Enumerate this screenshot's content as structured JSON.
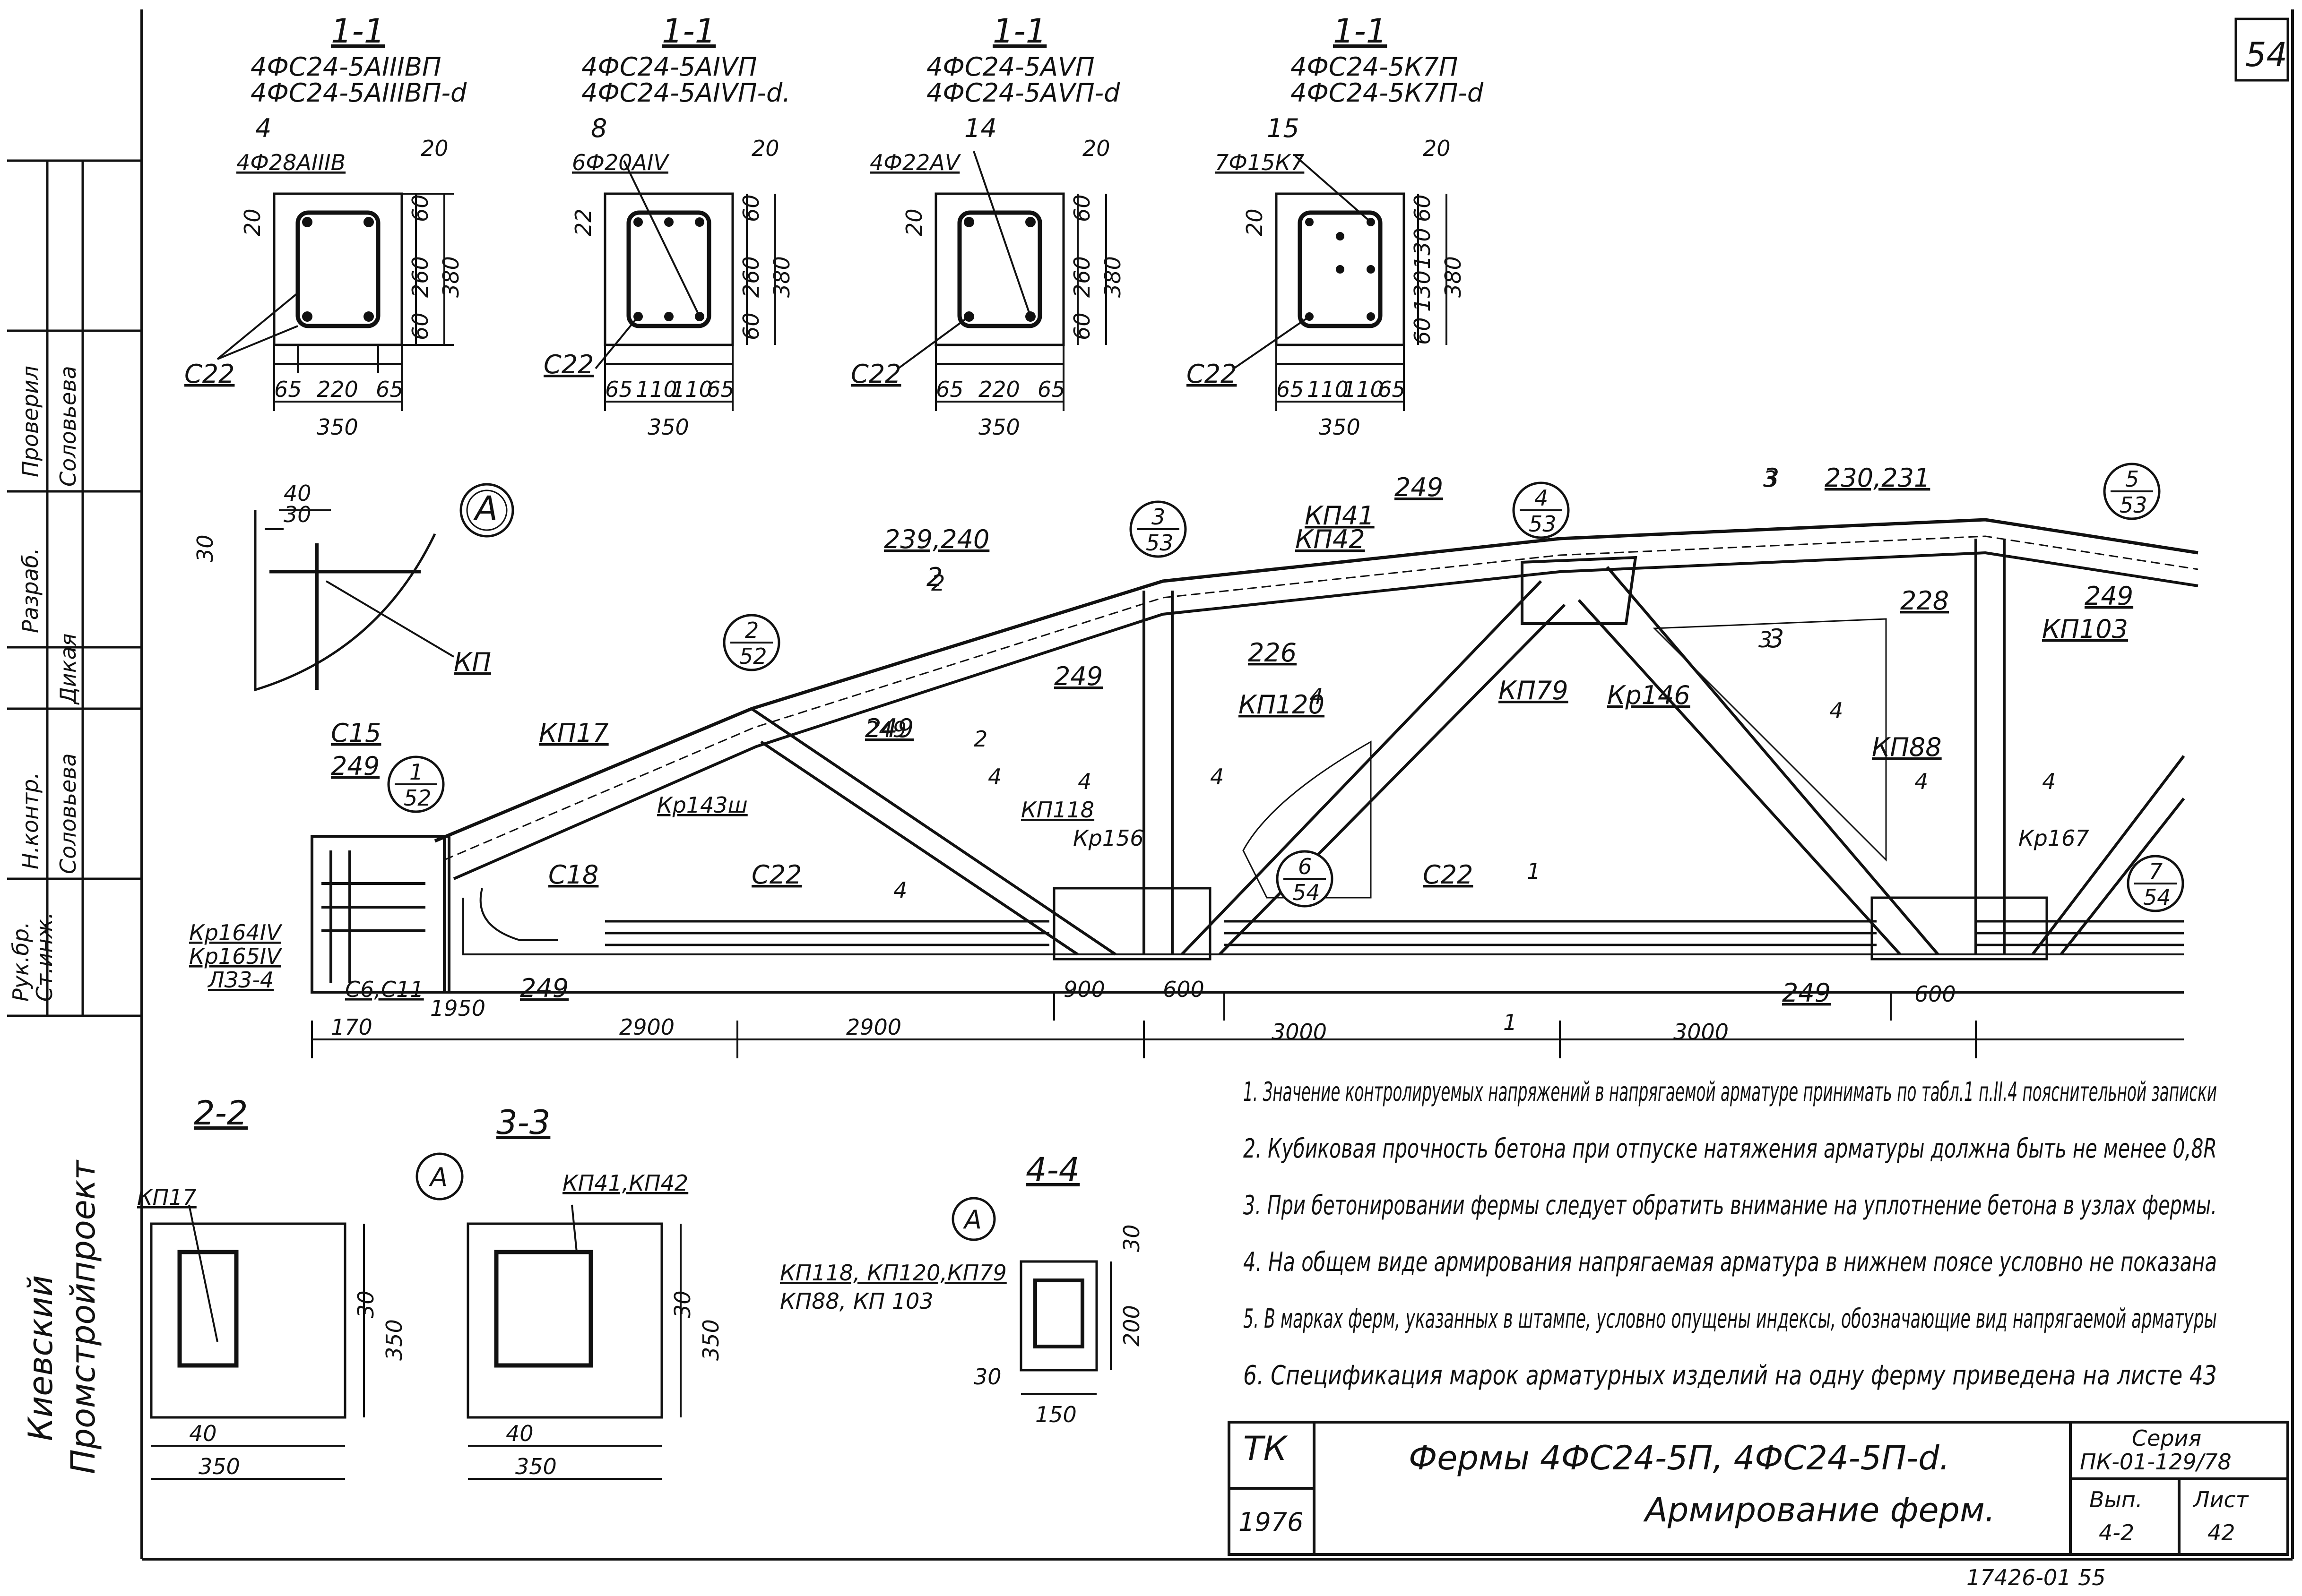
{
  "sheet_page_number": "54",
  "bottom_stamp": "17426-01 55",
  "sections_top": [
    {
      "cut": "1-1",
      "mark_line1": "4ФС24-5АIIIВП",
      "mark_line2": "4ФС24-5АIIIВП-d",
      "pos_number": "4",
      "bar_callout": "4Ф28АIIIВ",
      "stirrup": "С22",
      "dim_cover_h": "20",
      "dim_cover_v": "20",
      "dims_vertical": [
        "60",
        "260",
        "60"
      ],
      "dim_overall_v": "380",
      "dims_horizontal": [
        "65",
        "220",
        "65"
      ],
      "dim_overall_h": "350"
    },
    {
      "cut": "1-1",
      "mark_line1": "4ФС24-5АIVП",
      "mark_line2": "4ФС24-5АIVП-d.",
      "pos_number": "8",
      "bar_callout": "6Ф20АIV",
      "stirrup": "С22",
      "dim_cover_h": "20",
      "dim_cover_v": "22",
      "dims_vertical": [
        "60",
        "260",
        "60"
      ],
      "dim_overall_v": "380",
      "dims_horizontal": [
        "65",
        "110",
        "110",
        "65"
      ],
      "dim_overall_h": "350"
    },
    {
      "cut": "1-1",
      "mark_line1": "4ФС24-5АVП",
      "mark_line2": "4ФС24-5АVП-d",
      "pos_number": "14",
      "bar_callout": "4Ф22АV",
      "stirrup": "С22",
      "dim_cover_h": "20",
      "dim_cover_v": "20",
      "dims_vertical": [
        "60",
        "260",
        "60"
      ],
      "dim_overall_v": "380",
      "dims_horizontal": [
        "65",
        "220",
        "65"
      ],
      "dim_overall_h": "350"
    },
    {
      "cut": "1-1",
      "mark_line1": "4ФС24-5К7П",
      "mark_line2": "4ФС24-5К7П-d",
      "pos_number": "15",
      "bar_callout": "7Ф15К7",
      "stirrup": "С22",
      "dim_cover_h": "20",
      "dim_cover_v": "20",
      "dims_vertical": [
        "60",
        "130",
        "130",
        "60"
      ],
      "dim_overall_v": "380",
      "dims_horizontal": [
        "65",
        "110",
        "110",
        "65"
      ],
      "dim_overall_h": "350"
    }
  ],
  "detail_a": {
    "circle_label": "А",
    "dim_top_outer": "40",
    "dim_top_inner": "30",
    "dim_side": "30",
    "callout": "КП"
  },
  "truss": {
    "node_circles": [
      {
        "num": "1",
        "den": "52"
      },
      {
        "num": "2",
        "den": "52"
      },
      {
        "num": "3",
        "den": "53"
      },
      {
        "num": "4",
        "den": "53"
      },
      {
        "num": "5",
        "den": "53"
      },
      {
        "num": "6",
        "den": "54"
      },
      {
        "num": "7",
        "den": "54"
      }
    ],
    "callouts": [
      "239,240",
      "249",
      "КП41",
      "КП42",
      "249",
      "3",
      "230,231",
      "2",
      "226",
      "249",
      "228",
      "249",
      "КП103",
      "КП17",
      "249",
      "КП120",
      "КП79",
      "Кр146",
      "С15",
      "249",
      "Кр143ш",
      "КП118",
      "Кр156",
      "С18",
      "С22",
      "КП88",
      "Кр167",
      "Кр164IV",
      "Кр165IV",
      "ЛЗ3-4",
      "С6,С11",
      "1950",
      "249",
      "С22",
      "249",
      "3"
    ],
    "section_marks": [
      "2",
      "2",
      "3",
      "3",
      "1",
      "1",
      "4",
      "4",
      "4",
      "4",
      "4",
      "4",
      "4",
      "4"
    ],
    "bottom_dims": [
      "170",
      "2900",
      "2900",
      "900",
      "600",
      "3000",
      "3000",
      "600"
    ]
  },
  "sections_bottom": [
    {
      "cut": "2-2",
      "callout": "КП17",
      "dim_side_a": "30",
      "dim_overall_v": "350",
      "dim_bottom_a": "40",
      "dim_overall_h": "350"
    },
    {
      "cut": "3-3",
      "callout": "КП41,КП42",
      "detail": "А",
      "dim_side_a": "30",
      "dim_overall_v": "350",
      "dim_bottom_a": "40",
      "dim_overall_h": "350"
    },
    {
      "cut": "4-4",
      "callout_line1": "КП118, КП120,КП79",
      "callout_line2": "КП88, КП 103",
      "detail": "А",
      "dim_top": "30",
      "dim_overall_v": "200",
      "dim_left": "30",
      "dim_overall_h": "150"
    }
  ],
  "notes": [
    "1. Значение контролируемых напряжений в напрягаемой арматуре принимать по табл.1 п.II.4 пояснительной записки",
    "2. Кубиковая прочность бетона при отпуске натяжения арматуры должна быть не менее 0,8R",
    "3. При бетонировании фермы следует обратить внимание на уплотнение бетона в узлах фермы.",
    "4. На общем виде армирования напрягаемая арматура в нижнем поясе условно не показана",
    "5. В марках ферм, указанных в штампе, условно опущены индексы, обозначающие вид напрягаемой арматуры",
    "6. Спецификация марок арматурных изделий на одну ферму приведена на листе 43"
  ],
  "title_block": {
    "org": "ТК",
    "year": "1976",
    "title_line1": "Фермы 4ФС24-5П, 4ФС24-5П-d.",
    "title_line2": "Армирование ферм.",
    "series_label": "Серия",
    "series_value": "ПК-01-129/78",
    "issue_label": "Вып.",
    "issue_value": "4-2",
    "sheet_label": "Лист",
    "sheet_value": "42"
  },
  "side_stamp": {
    "rows": [
      "Разраб.",
      "Проверил",
      "Н.контр.",
      "Рук.бр.",
      "Ст.инж."
    ],
    "names": [
      "Соловьева",
      "Дикая",
      "Соловьева"
    ],
    "org_line1": "Киевский",
    "org_line2": "Промстройпроект"
  }
}
